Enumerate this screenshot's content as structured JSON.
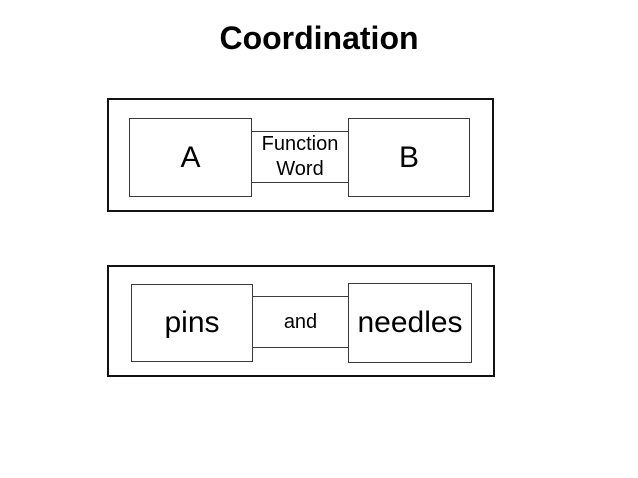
{
  "slide_title": "Coordination",
  "frames": [
    {
      "left": "A",
      "connector": "Function Word",
      "right": "B"
    },
    {
      "left": "pins",
      "connector": "and",
      "right": "needles"
    }
  ],
  "colors": {
    "background": "#ffffff",
    "text": "#000000",
    "frame_border": "#121212",
    "box_border": "#3a3a3a"
  }
}
